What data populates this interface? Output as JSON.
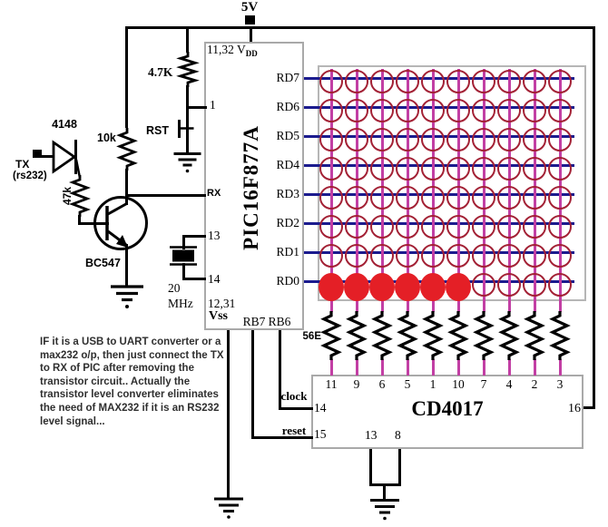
{
  "labels": {
    "supply": "5V",
    "diode": "4148",
    "tx": "TX",
    "tx_sub": "(rs232)",
    "r_base": "47k",
    "r_collector": "10k",
    "r_pullup": "4.7K",
    "reset_button": "RST",
    "transistor": "BC547",
    "crystal": "20\nMHz",
    "r_array": "56E"
  },
  "pic": {
    "name": "PIC16F877A",
    "vdd": "11,32 V",
    "vdd_sub": "DD",
    "pin1": "1",
    "rx": "RX",
    "pin13": "13",
    "pin14": "14",
    "vss_nums": "12,31",
    "vss": "Vss",
    "rb7": "RB7",
    "rb6": "RB6",
    "rd_pins": [
      "RD7",
      "RD6",
      "RD5",
      "RD4",
      "RD3",
      "RD2",
      "RD1",
      "RD0"
    ]
  },
  "cd4017": {
    "name": "CD4017",
    "top_pins": [
      "11",
      "9",
      "6",
      "5",
      "1",
      "10",
      "7",
      "4",
      "2",
      "3"
    ],
    "pin14": "14",
    "pin15": "15",
    "pin16": "16",
    "pin13": "13",
    "pin8": "8",
    "clock": "clock",
    "reset": "reset"
  },
  "matrix": {
    "rows": 8,
    "cols": 10,
    "lit_row": 7,
    "lit_cols": [
      0,
      1,
      2,
      3,
      4,
      5
    ]
  },
  "note": "IF it is a USB to UART converter or a\nmax232 o/p, then just connect the TX\nto RX of PIC after removing the\ntransistor circuit..  Actually the\ntransistor level converter eliminates\nthe need of MAX232 if it is an RS232\nlevel signal...",
  "colors": {
    "wire": "#000000",
    "rowline": "#1b1b8e",
    "colline": "#c23fa4",
    "ledout": "#a32135",
    "ledlit": "#e41f26",
    "boxborder": "#a9a9a9",
    "note": "#2f2f2f"
  }
}
